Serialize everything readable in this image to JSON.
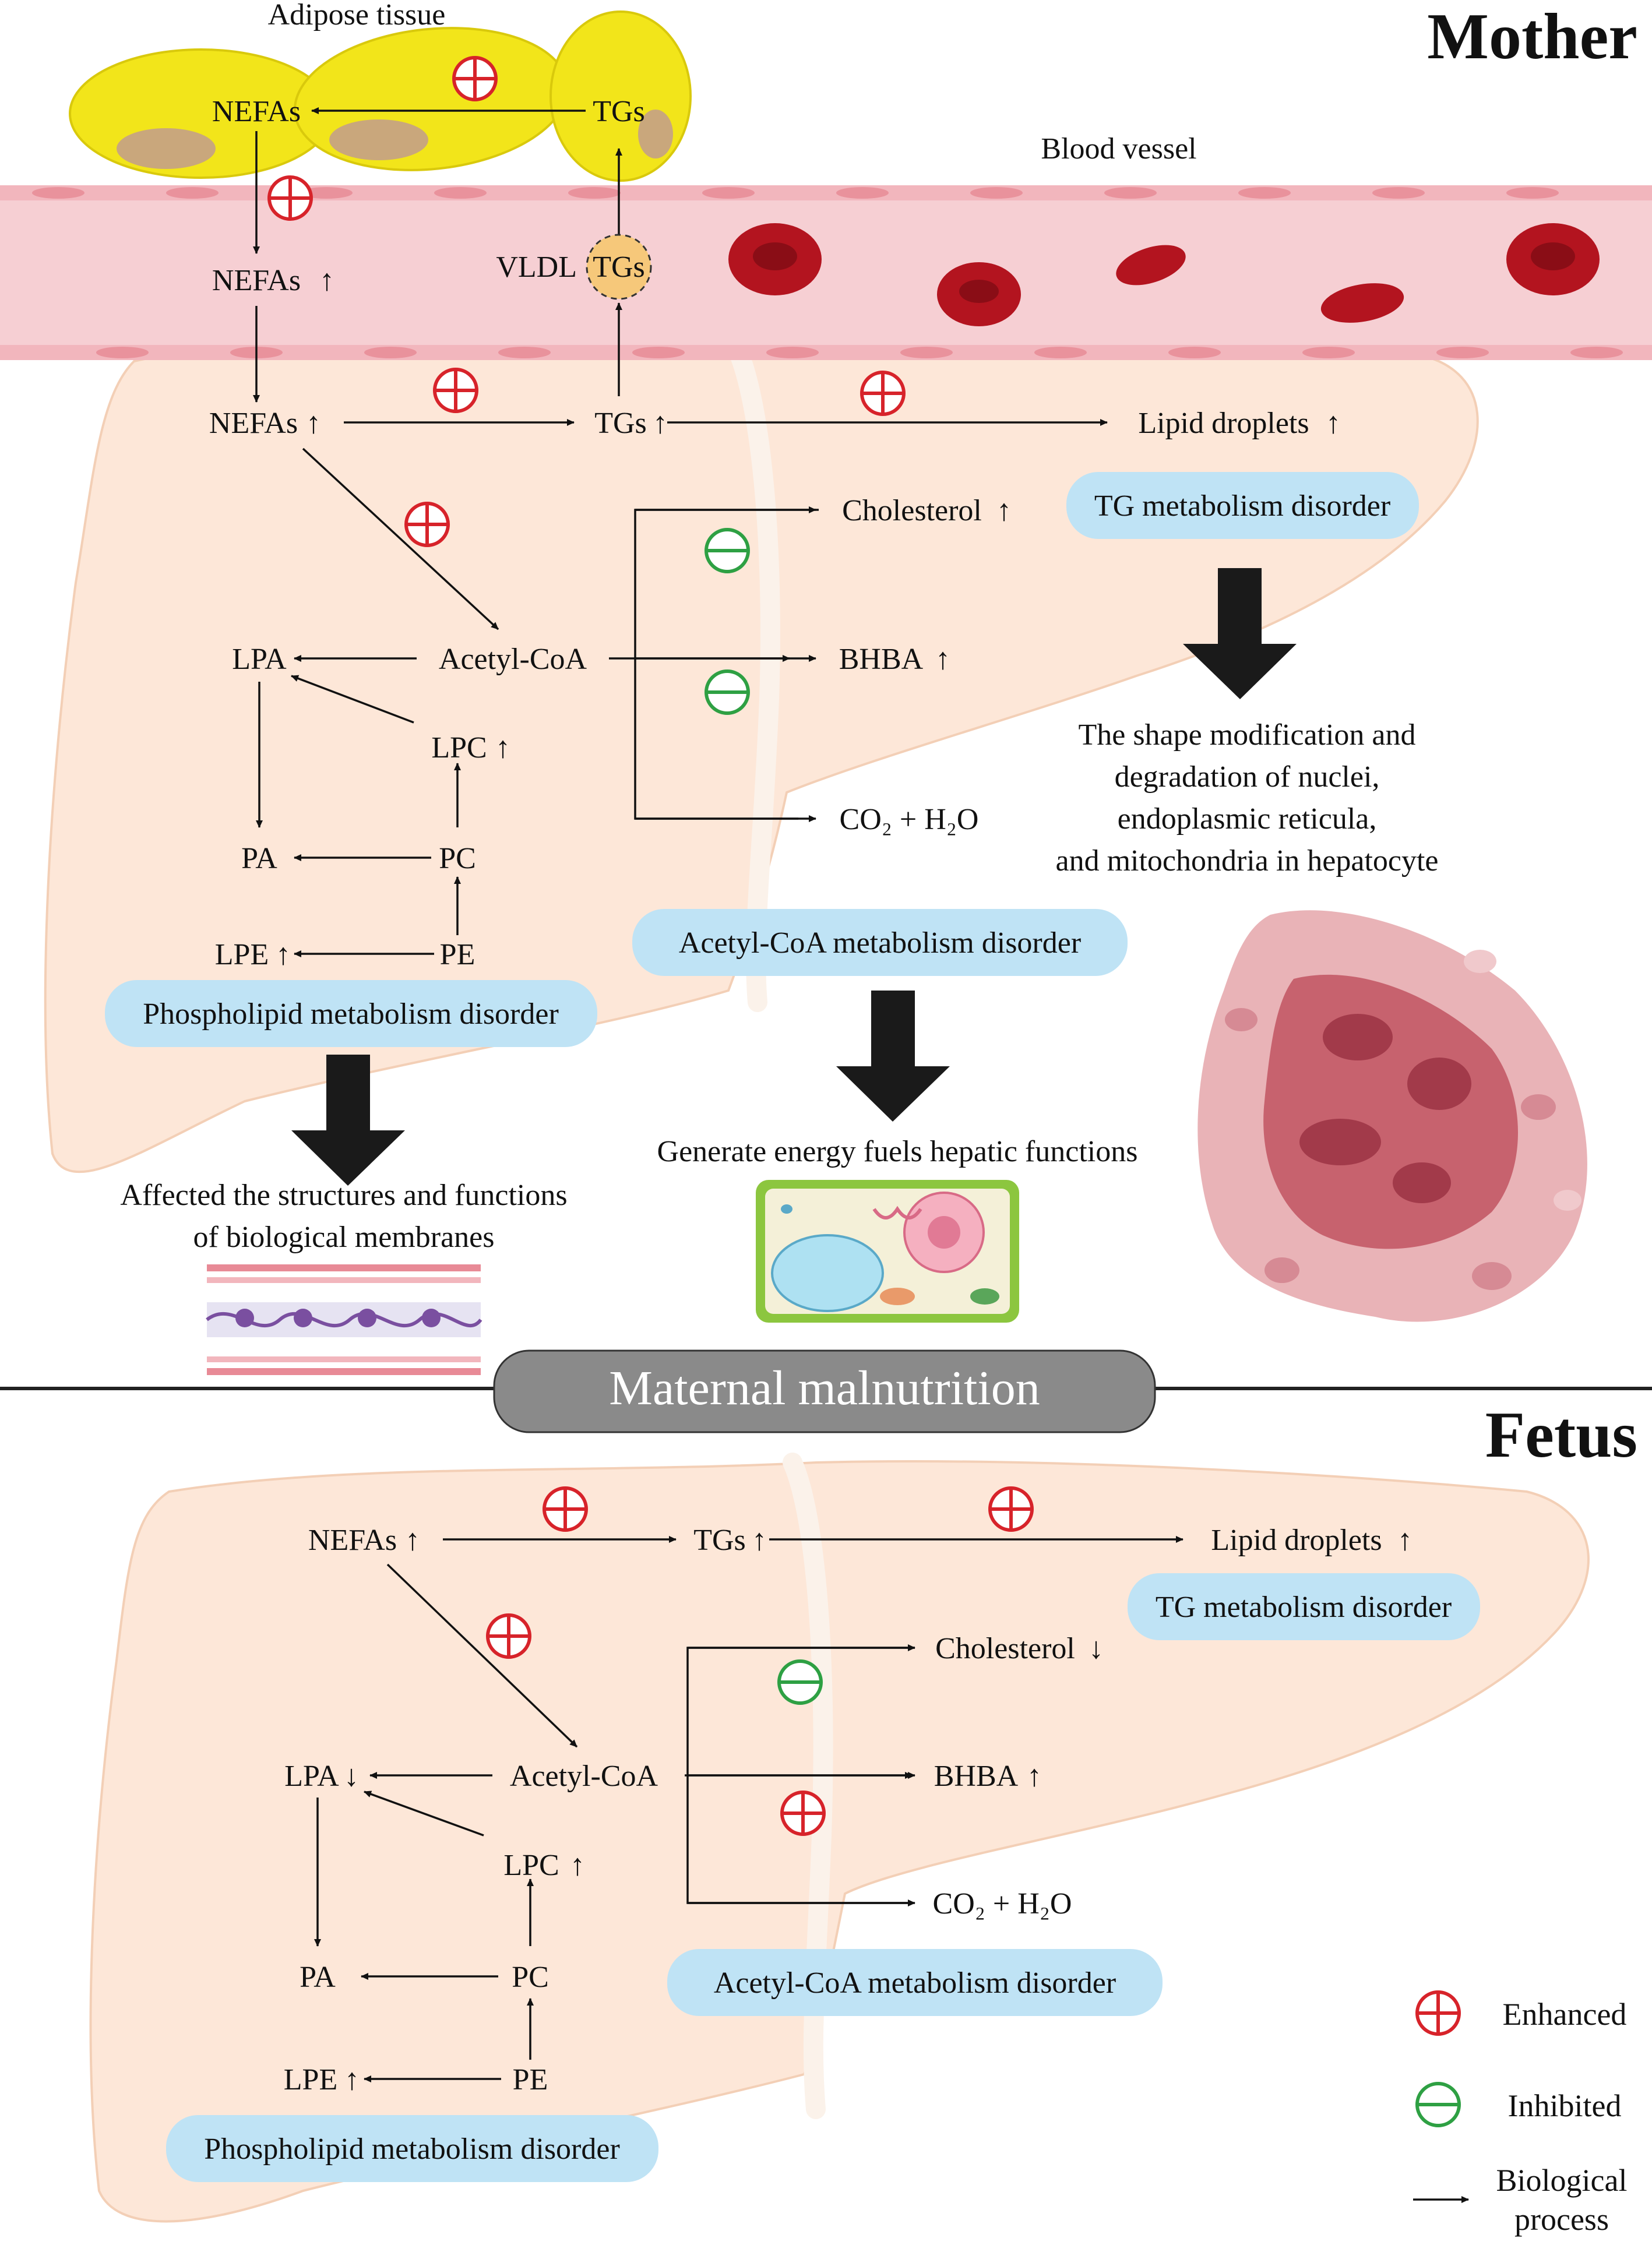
{
  "sections": {
    "mother": "Mother",
    "fetus": "Fetus",
    "divider": "Maternal malnutrition"
  },
  "mother": {
    "adipose_label": "Adipose tissue",
    "adipose_nefas": "NEFAs",
    "adipose_tgs": "TGs",
    "blood_vessel_label": "Blood vessel",
    "blood_nefas": "NEFAs",
    "vldl": "VLDL",
    "vldl_tgs": "TGs",
    "liver": {
      "nefas": "NEFAs",
      "tgs": "TGs",
      "lipid_droplets": "Lipid droplets",
      "cholesterol": "Cholesterol",
      "acetyl_coa": "Acetyl-CoA",
      "bhba": "BHBA",
      "co2_h2o": "CO₂ + H₂O",
      "lpa": "LPA",
      "lpc": "LPC",
      "pa": "PA",
      "pc": "PC",
      "lpe": "LPE",
      "pe": "PE"
    },
    "tags": {
      "tg": "TG metabolism disorder",
      "acetyl": "Acetyl-CoA metabolism disorder",
      "phospholipid": "Phospholipid metabolism disorder"
    },
    "outcomes": {
      "hepatocyte": [
        "The shape modification and",
        "degradation of nuclei,",
        "endoplasmic reticula,",
        "and mitochondria in hepatocyte"
      ],
      "energy": "Generate energy fuels hepatic functions",
      "membranes": [
        "Affected the structures and functions",
        "of biological membranes"
      ]
    }
  },
  "fetus": {
    "liver": {
      "nefas": "NEFAs",
      "tgs": "TGs",
      "lipid_droplets": "Lipid droplets",
      "cholesterol": "Cholesterol",
      "acetyl_coa": "Acetyl-CoA",
      "bhba": "BHBA",
      "co2_h2o": "CO₂ + H₂O",
      "lpa": "LPA",
      "lpc": "LPC",
      "pa": "PA",
      "pc": "PC",
      "lpe": "LPE",
      "pe": "PE"
    },
    "tags": {
      "tg": "TG metabolism disorder",
      "acetyl": "Acetyl-CoA metabolism disorder",
      "phospholipid": "Phospholipid metabolism disorder"
    }
  },
  "legend": {
    "enhanced": "Enhanced",
    "inhibited": "Inhibited",
    "process_line1": "Biological",
    "process_line2": "process"
  },
  "colors": {
    "enhanced": "#d7232a",
    "inhibited": "#2ea043",
    "liver": "#fde7d8",
    "tag": "#bfe3f5",
    "divider": "#8a8a8a",
    "adipose": "#f2e51a",
    "vessel": "#f6cfd3"
  }
}
